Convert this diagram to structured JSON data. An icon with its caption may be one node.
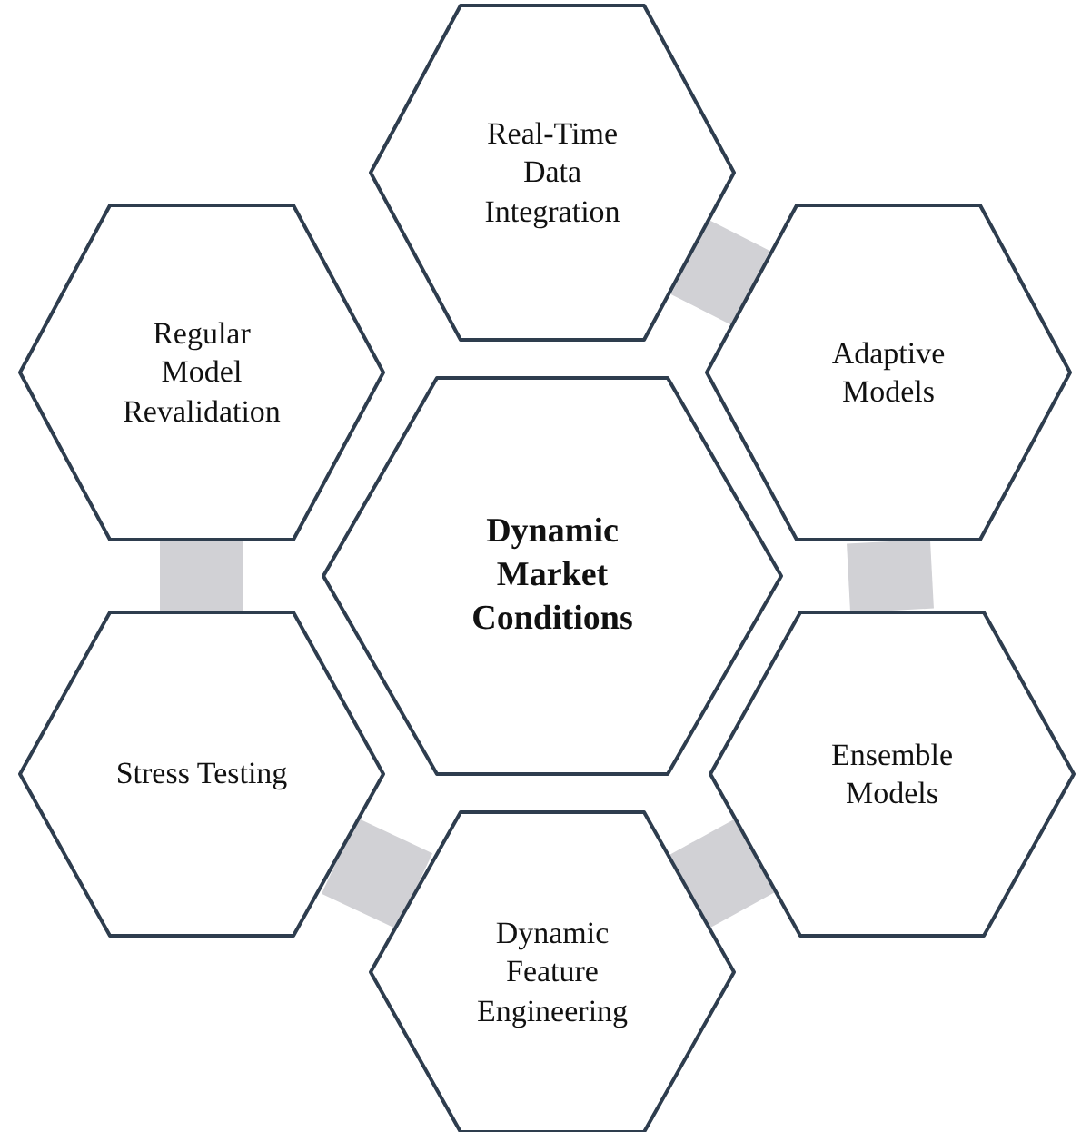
{
  "diagram": {
    "nodes": [
      {
        "text": [
          "Real-Time Data Integration"
        ]
      },
      {
        "text": [
          "Regular Model Revalidation"
        ]
      },
      {
        "text": [
          "Adaptive Models"
        ]
      },
      {
        "text": [
          "Dynamic Market Conditions"
        ]
      },
      {
        "text": [
          "Stress Testing"
        ]
      },
      {
        "text": [
          "Ensemble Models"
        ]
      },
      {
        "text": [
          "Dynamic Feature Engineering"
        ]
      }
    ],
    "edges": [
      {
        "from": 0,
        "to": 2,
        "arrow": "none",
        "color": "#d1d1d5"
      },
      {
        "from": 2,
        "to": 5,
        "arrow": "none",
        "color": "#d1d1d5"
      },
      {
        "from": 5,
        "to": 6,
        "arrow": "none",
        "color": "#d1d1d5"
      },
      {
        "from": 6,
        "to": 4,
        "arrow": "none",
        "color": "#d1d1d5"
      },
      {
        "from": 4,
        "to": 1,
        "arrow": "none",
        "color": "#d1d1d5"
      }
    ]
  }
}
